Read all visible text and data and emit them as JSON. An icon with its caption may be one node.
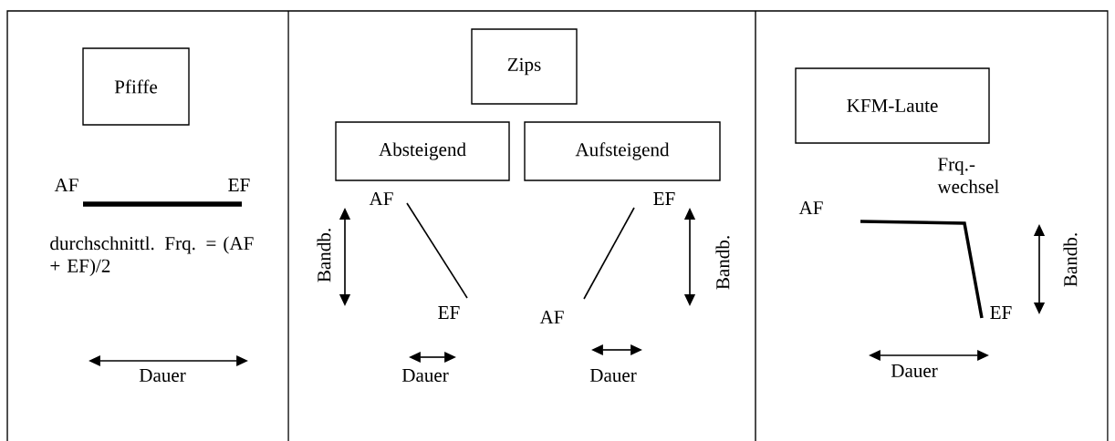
{
  "diagram": {
    "nodes": [
      {
        "text": [
          "Pfiffe"
        ]
      },
      {
        "text": [
          "Zips"
        ]
      },
      {
        "text": [
          "Absteigend"
        ]
      },
      {
        "text": [
          "Aufsteigend"
        ]
      },
      {
        "text": [
          "KFM-Laute"
        ]
      }
    ],
    "labels": [
      "AF",
      "EF",
      "durchschnittl. Frq. = (AF + EF)/2",
      "Dauer",
      "AF",
      "Bandb.",
      "EF",
      "Dauer",
      "EF",
      "Bandb.",
      "AF",
      "Dauer",
      "Frq.- wechsel",
      "AF",
      "Bandb.",
      "EF",
      "Dauer"
    ]
  }
}
